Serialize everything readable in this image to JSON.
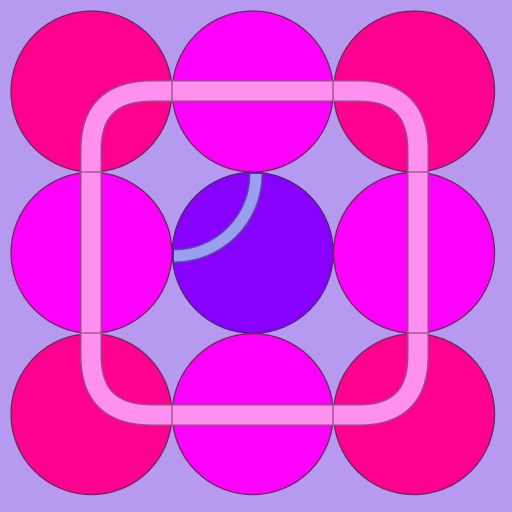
{
  "game": {
    "colors": {
      "background": "#b59af0",
      "corner_tile": "#ff0090",
      "edge_tile": "#ff00ff",
      "center_tile": "#8800ff",
      "tile_outline": "#6a2a5a",
      "loop_pipe": "#ff90f0",
      "loop_pipe_outline": "#9a4a8a",
      "arc_pipe": "#9aa0f0",
      "arc_pipe_outline": "#5a4aa0"
    },
    "grid": {
      "rows": 3,
      "cols": 3,
      "tiles": [
        {
          "name": "tile-top-left",
          "kind": "corner"
        },
        {
          "name": "tile-top-center",
          "kind": "edge"
        },
        {
          "name": "tile-top-right",
          "kind": "corner"
        },
        {
          "name": "tile-middle-left",
          "kind": "edge"
        },
        {
          "name": "tile-center",
          "kind": "center"
        },
        {
          "name": "tile-middle-right",
          "kind": "edge"
        },
        {
          "name": "tile-bottom-left",
          "kind": "corner"
        },
        {
          "name": "tile-bottom-center",
          "kind": "edge"
        },
        {
          "name": "tile-bottom-right",
          "kind": "corner"
        }
      ]
    },
    "pieces": [
      {
        "name": "loop-pipe",
        "shape": "rounded-square-loop"
      },
      {
        "name": "center-arc-pipe",
        "shape": "quarter-arc"
      }
    ]
  }
}
